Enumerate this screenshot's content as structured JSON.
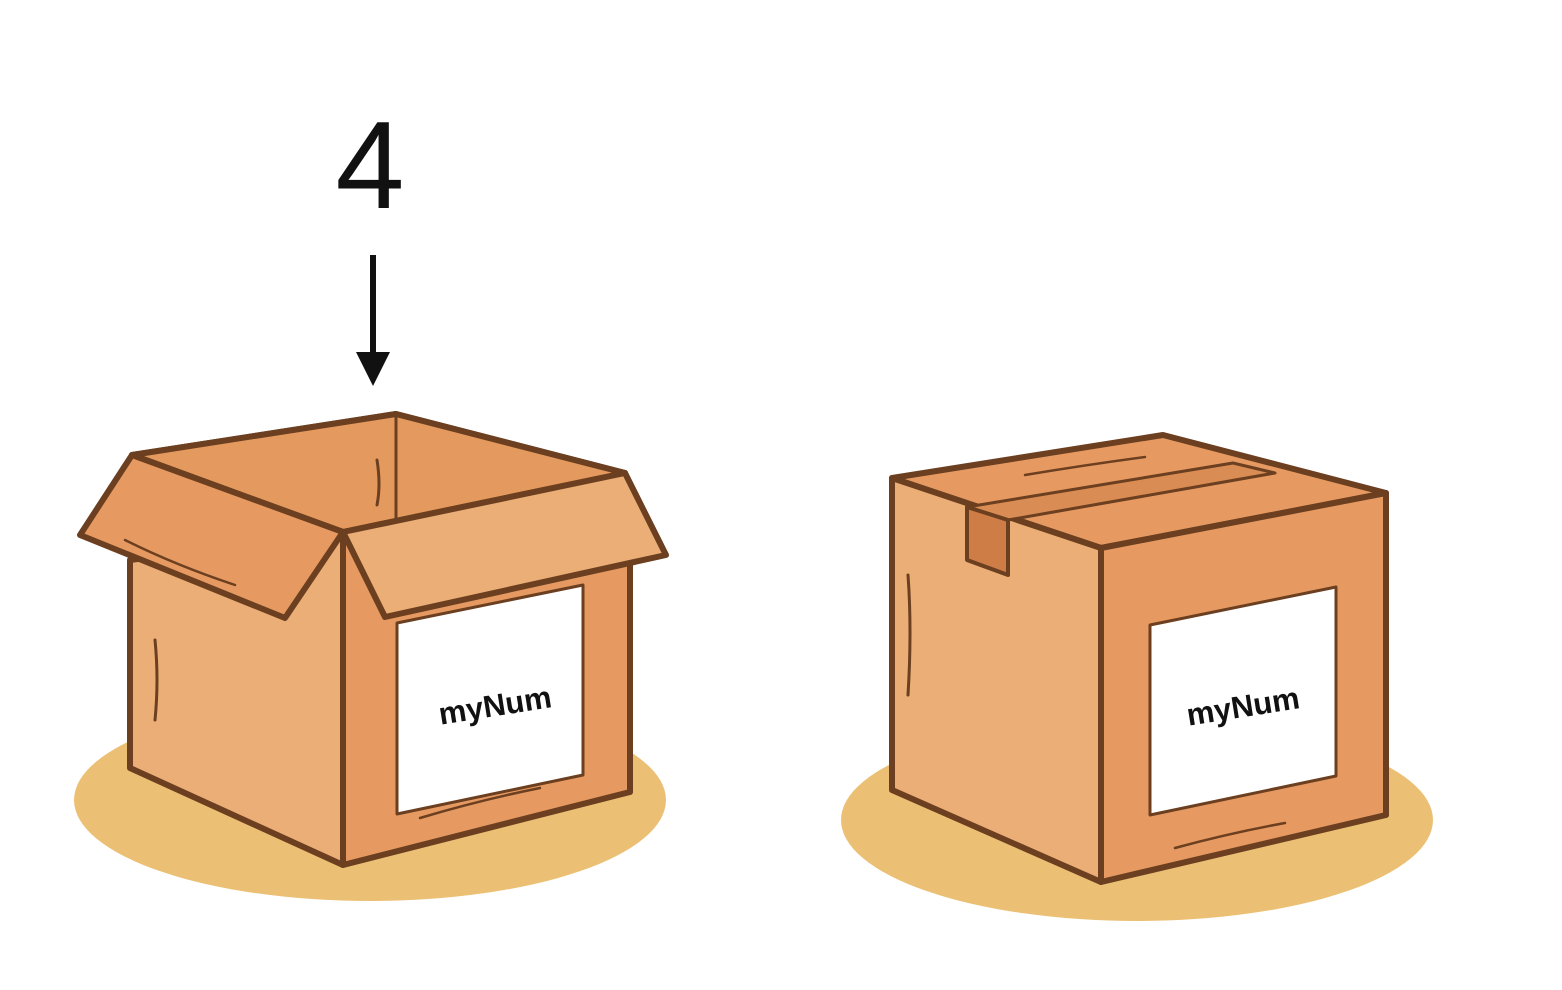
{
  "value": {
    "text": "4"
  },
  "boxes": [
    {
      "label": "myNum",
      "state": "open"
    },
    {
      "label": "myNum",
      "state": "closed"
    }
  ],
  "colors": {
    "outline": "#6b3f1f",
    "shadow": "#ebc074",
    "box_light": "#ebae76",
    "box_mid": "#e69a62",
    "box_dark": "#ce7d46",
    "tape": "#d98c53",
    "label_bg": "#ffffff",
    "arrow": "#111111"
  }
}
